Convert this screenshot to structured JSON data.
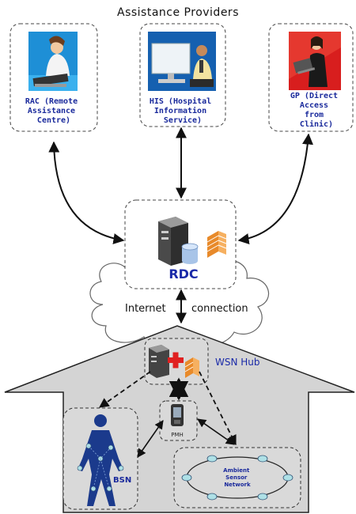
{
  "title": "Assistance Providers",
  "providers": [
    {
      "lines": [
        "RAC (Remote",
        "Assistance",
        "Centre)"
      ]
    },
    {
      "lines": [
        "HIS (Hospital",
        "Information",
        "Service)"
      ]
    },
    {
      "lines": [
        "GP (Direct",
        "Access",
        "from",
        "Clinic)"
      ]
    }
  ],
  "rdc_label": "RDC",
  "internet": {
    "left": "Internet",
    "right": "connection"
  },
  "wsn_hub_label": "WSN Hub",
  "pmh_label": "PMH",
  "bsn_label": "BSN",
  "asn_lines": [
    "Ambient",
    "Sensor",
    "Network"
  ]
}
